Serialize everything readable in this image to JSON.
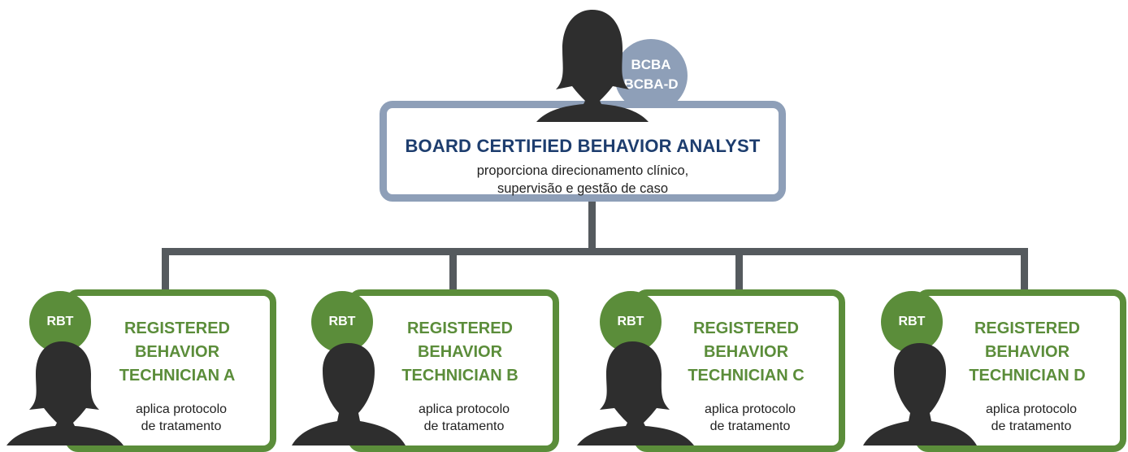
{
  "supervisor": {
    "badge_line1": "BCBA",
    "badge_line2": "BCBA-D",
    "title": "BOARD CERTIFIED BEHAVIOR ANALYST",
    "desc_line1": "proporciona direcionamento clínico,",
    "desc_line2": "supervisão e gestão de caso"
  },
  "technicians": [
    {
      "badge": "RBT",
      "title_line1": "REGISTERED",
      "title_line2": "BEHAVIOR",
      "title_line3": "TECHNICIAN A",
      "desc_line1": "aplica protocolo",
      "desc_line2": "de tratamento"
    },
    {
      "badge": "RBT",
      "title_line1": "REGISTERED",
      "title_line2": "BEHAVIOR",
      "title_line3": "TECHNICIAN B",
      "desc_line1": "aplica protocolo",
      "desc_line2": "de tratamento"
    },
    {
      "badge": "RBT",
      "title_line1": "REGISTERED",
      "title_line2": "BEHAVIOR",
      "title_line3": "TECHNICIAN C",
      "desc_line1": "aplica protocolo",
      "desc_line2": "de tratamento"
    },
    {
      "badge": "RBT",
      "title_line1": "REGISTERED",
      "title_line2": "BEHAVIOR",
      "title_line3": "TECHNICIAN D",
      "desc_line1": "aplica protocolo",
      "desc_line2": "de tratamento"
    }
  ],
  "colors": {
    "supervisor_accent": "#8e9fb8",
    "supervisor_title": "#1d3d6e",
    "technician_accent": "#5b8d3a",
    "connector": "#555a5e",
    "silhouette": "#2e2e2e"
  },
  "icons": {
    "supervisor": "female-silhouette-icon",
    "technicians": [
      "female-silhouette-icon",
      "male-silhouette-icon",
      "female-silhouette-icon",
      "male-silhouette-icon"
    ]
  }
}
